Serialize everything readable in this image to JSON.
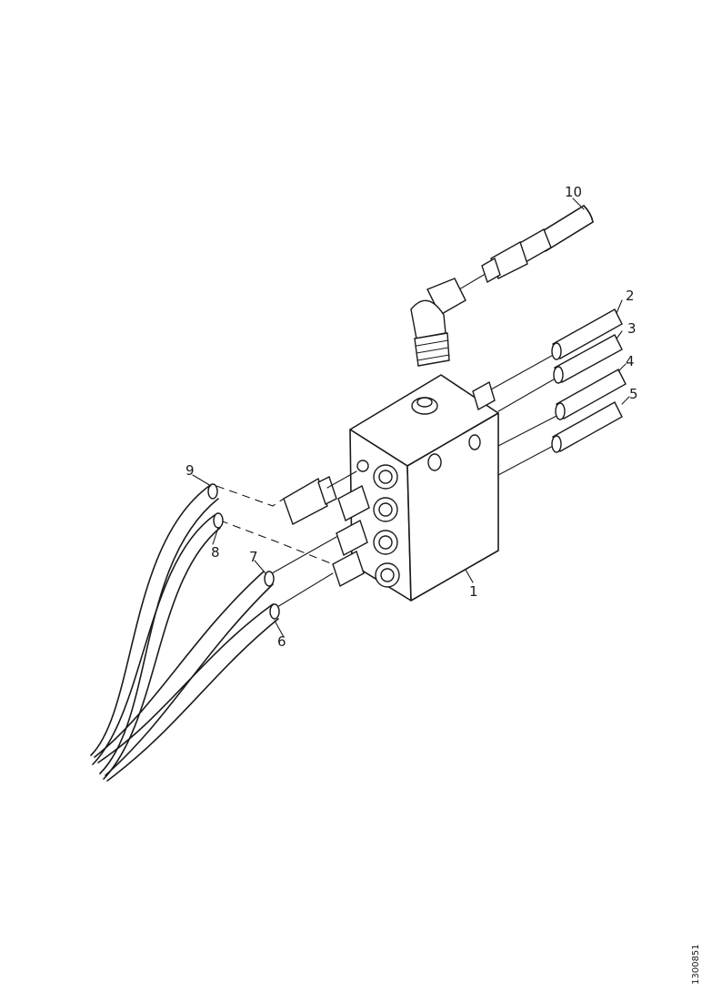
{
  "callouts": {
    "c1": "1",
    "c2": "2",
    "c3": "3",
    "c4": "4",
    "c5": "5",
    "c6": "6",
    "c7": "7",
    "c8": "8",
    "c9": "9",
    "c10": "10"
  },
  "drawing_code": "1300851"
}
